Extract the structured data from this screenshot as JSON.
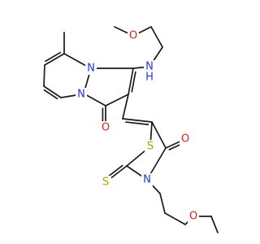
{
  "colors": {
    "bond": "#1a1a1a",
    "N": "#2233ee",
    "O": "#e02020",
    "S": "#b8a000"
  },
  "molecule": {
    "atoms": [
      {
        "id": "o_methoxy",
        "text": "O",
        "element": "O"
      },
      {
        "id": "nh_amine",
        "text": "N",
        "element": "N",
        "sub": "H"
      },
      {
        "id": "n_pyrimidine",
        "text": "N",
        "element": "N"
      },
      {
        "id": "n_bridge",
        "text": "N",
        "element": "N"
      },
      {
        "id": "o_pyridone",
        "text": "O",
        "element": "O"
      },
      {
        "id": "s_ring",
        "text": "S",
        "element": "S"
      },
      {
        "id": "o_thiazolidinone",
        "text": "O",
        "element": "O"
      },
      {
        "id": "n_thiazolidinone",
        "text": "N",
        "element": "N"
      },
      {
        "id": "s_thione",
        "text": "S",
        "element": "S"
      },
      {
        "id": "o_ethoxy",
        "text": "O",
        "element": "O"
      }
    ]
  }
}
